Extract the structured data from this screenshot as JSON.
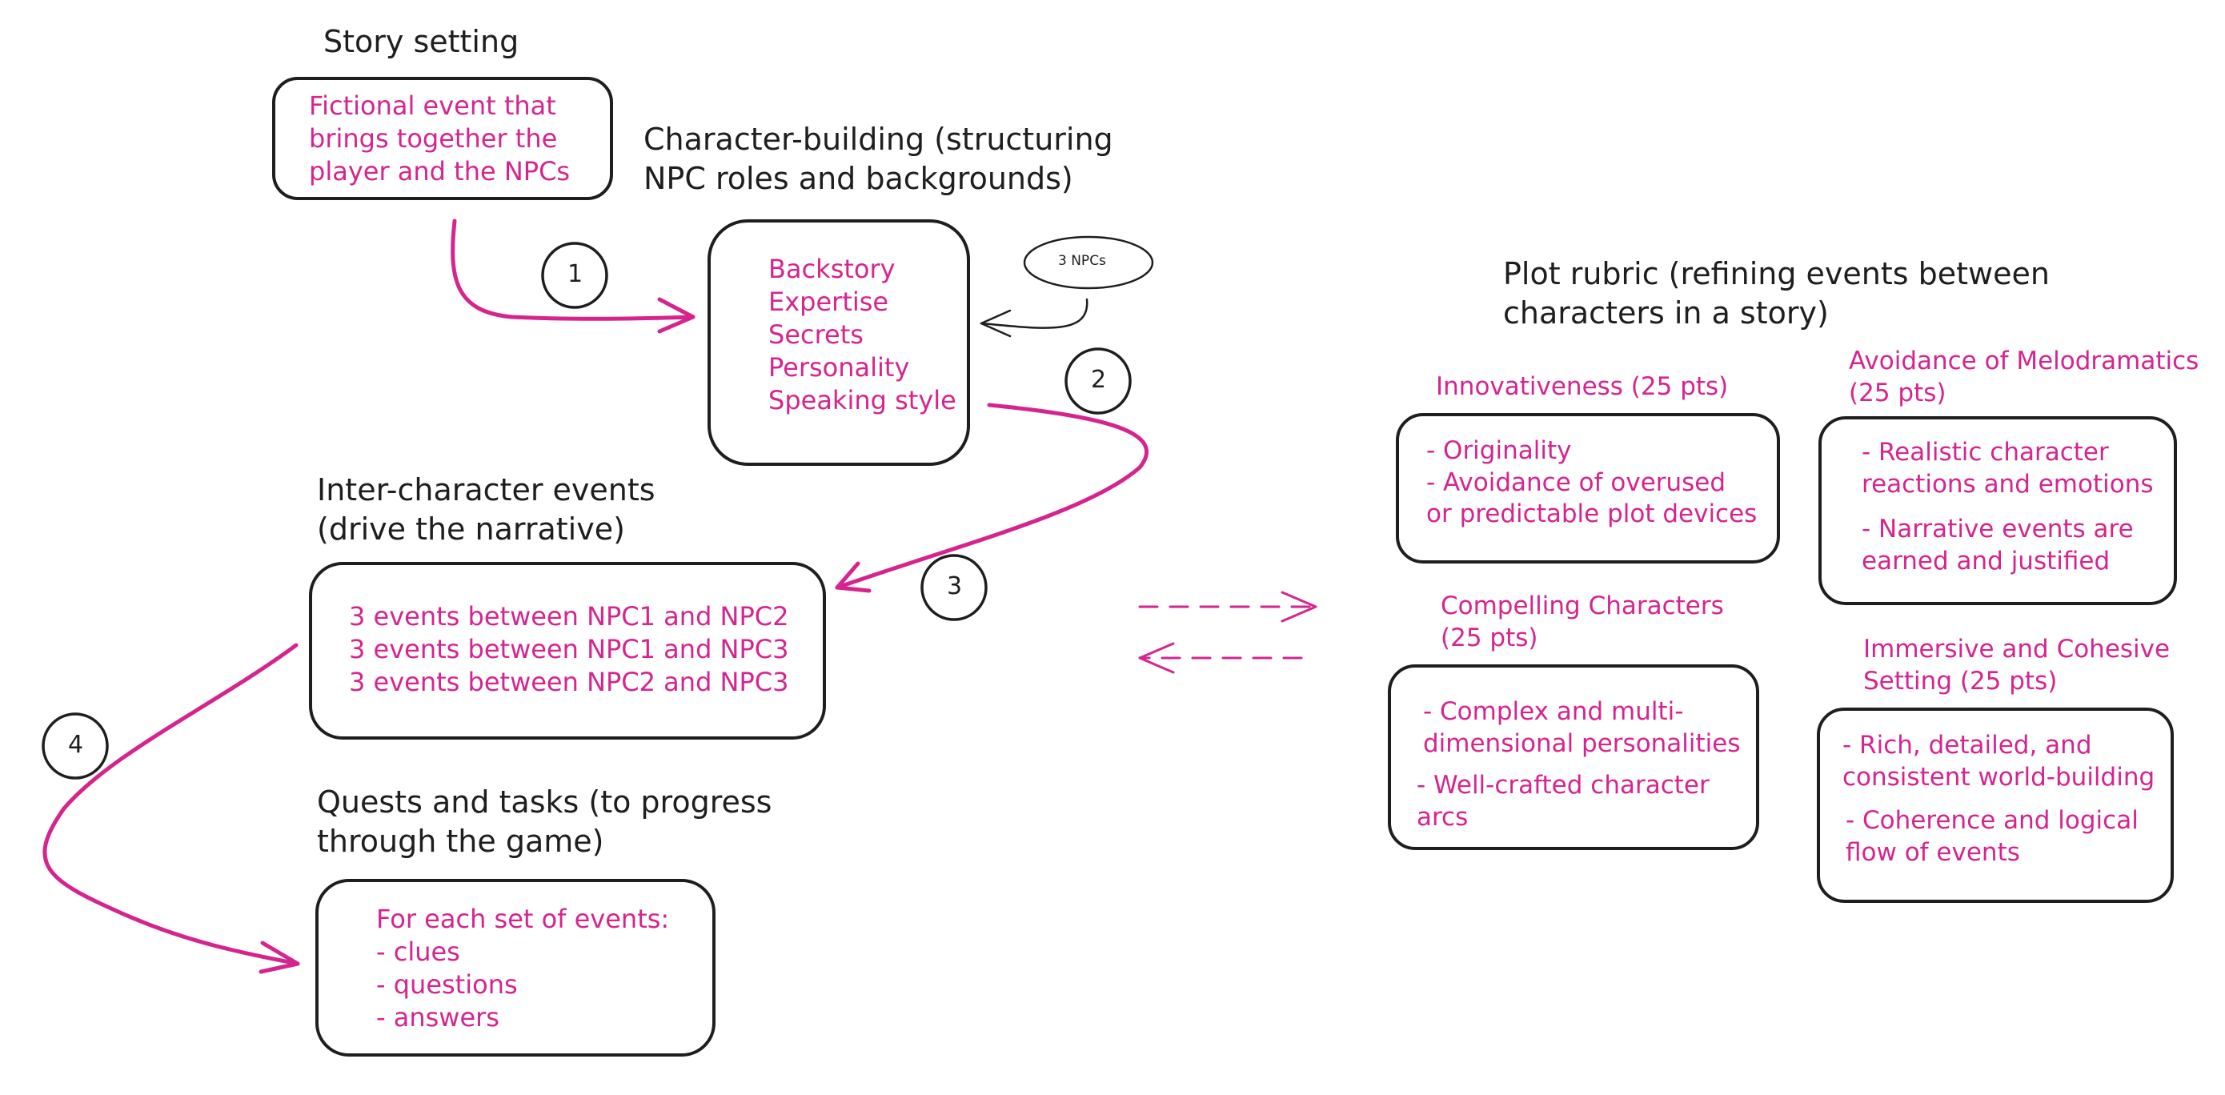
{
  "colors": {
    "ink": "#1e1e1e",
    "accent": "#d6248f",
    "background": "#ffffff"
  },
  "story_setting": {
    "title": "Story setting",
    "body": "Fictional event that\nbrings together the\nplayer and the NPCs"
  },
  "character_building": {
    "title": "Character-building (structuring\nNPC roles and backgrounds)",
    "body": "Backstory\nExpertise\nSecrets\nPersonality\nSpeaking style",
    "note": "3 NPCs"
  },
  "inter_character": {
    "title": "Inter-character events\n(drive the narrative)",
    "body": "3 events between NPC1 and NPC2\n3 events between NPC1 and NPC3\n3 events between NPC2 and NPC3"
  },
  "quests": {
    "title": "Quests and tasks (to progress\nthrough the game)",
    "body": "For each set of events:\n- clues\n- questions\n- answers"
  },
  "steps": [
    "1",
    "2",
    "3",
    "4"
  ],
  "rubric": {
    "title": "Plot rubric (refining events between\ncharacters in a story)",
    "innovativeness": {
      "title": "Innovativeness (25 pts)",
      "body": "- Originality\n- Avoidance of overused\nor predictable plot devices"
    },
    "melodramatics": {
      "title": "Avoidance of Melodramatics\n(25 pts)",
      "item1": "- Realistic character\nreactions and emotions",
      "item2": "- Narrative events are\nearned and justified"
    },
    "characters": {
      "title": "Compelling Characters\n(25 pts)",
      "item1": "- Complex and multi-\ndimensional personalities",
      "item2": "- Well-crafted character\narcs"
    },
    "setting": {
      "title": "Immersive and Cohesive\nSetting (25 pts)",
      "item1": "- Rich, detailed, and\nconsistent world-building",
      "item2": "- Coherence and logical\nflow of events"
    }
  }
}
